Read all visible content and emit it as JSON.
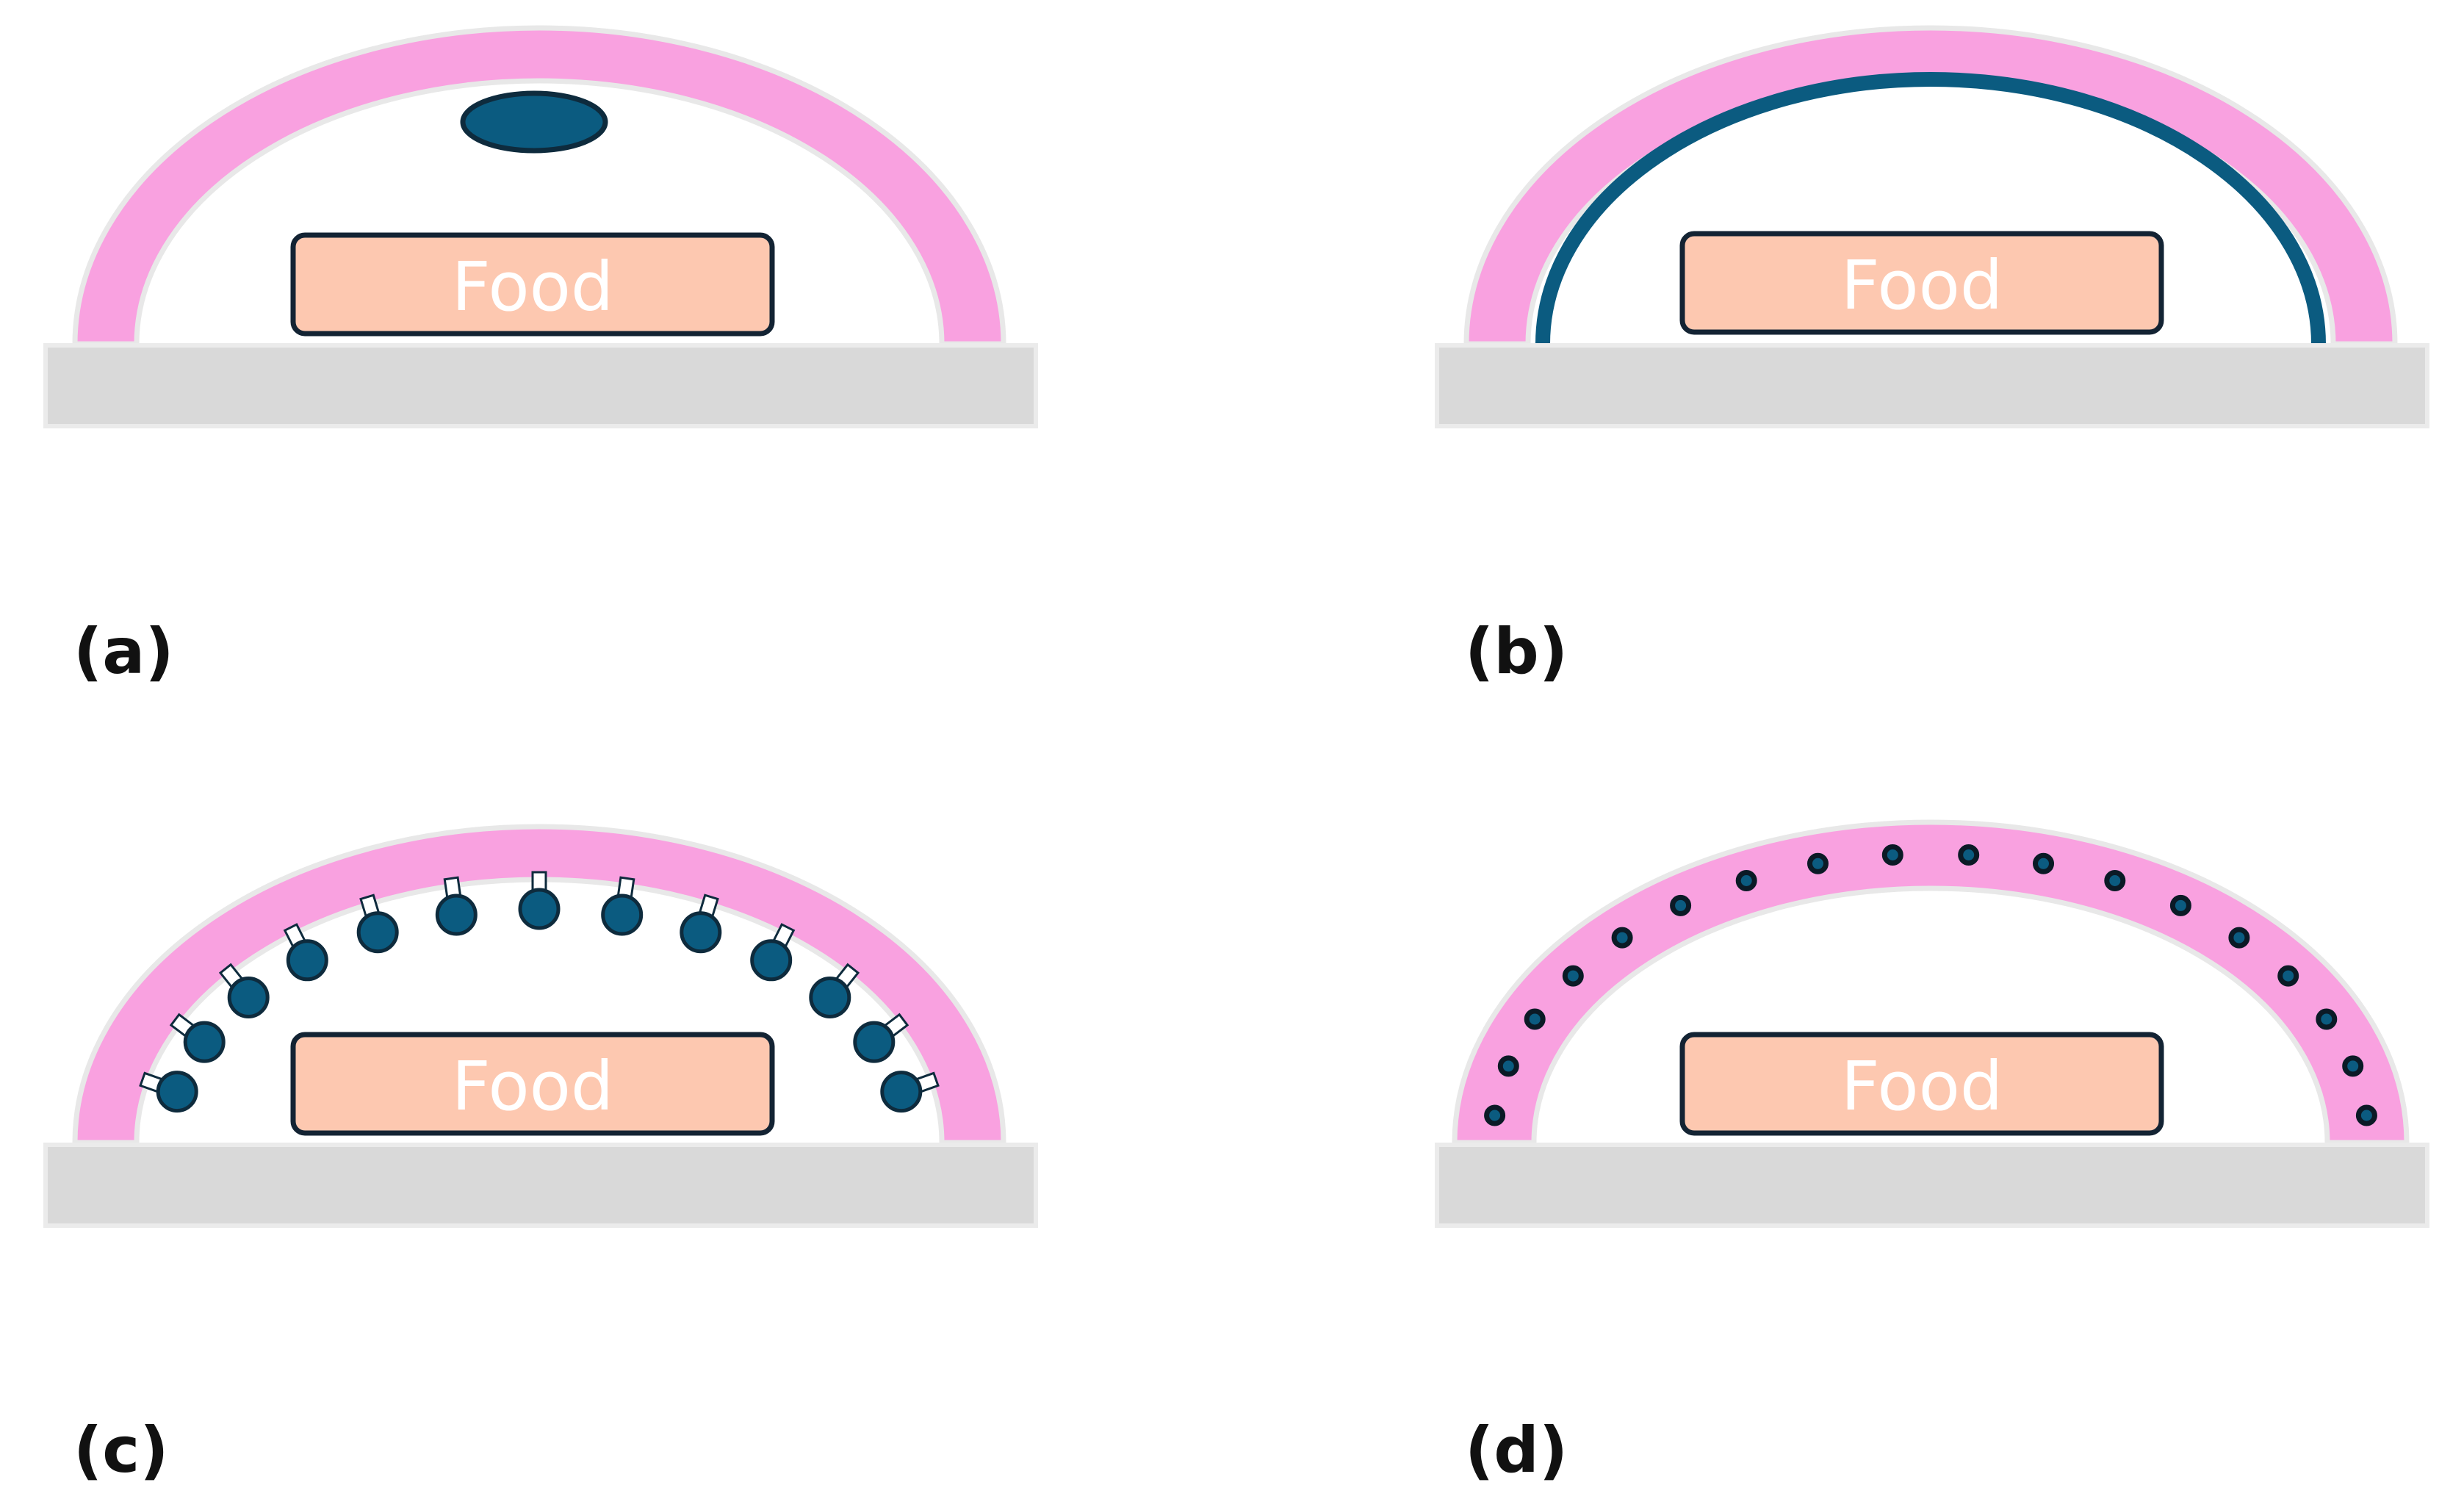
{
  "colors": {
    "dome": "#f9a1e0",
    "dome_outline": "#e8e8e8",
    "base": "#d9d9d9",
    "base_outline": "#ebebeb",
    "food_fill": "#fdc8b0",
    "food_outline": "#132333",
    "agent": "#0b5b80",
    "agent_outline": "#0e2b3d",
    "label_text": "#111111",
    "food_text": "#ffffff"
  },
  "panels": [
    {
      "id": "a",
      "label": "(a)",
      "food_label": "Food",
      "agent_form": "single-sachet"
    },
    {
      "id": "b",
      "label": "(b)",
      "food_label": "Food",
      "agent_form": "coating-layer"
    },
    {
      "id": "c",
      "label": "(c)",
      "food_label": "Food",
      "agent_form": "immobilized-particles"
    },
    {
      "id": "d",
      "label": "(d)",
      "food_label": "Food",
      "agent_form": "embedded-particles"
    }
  ]
}
